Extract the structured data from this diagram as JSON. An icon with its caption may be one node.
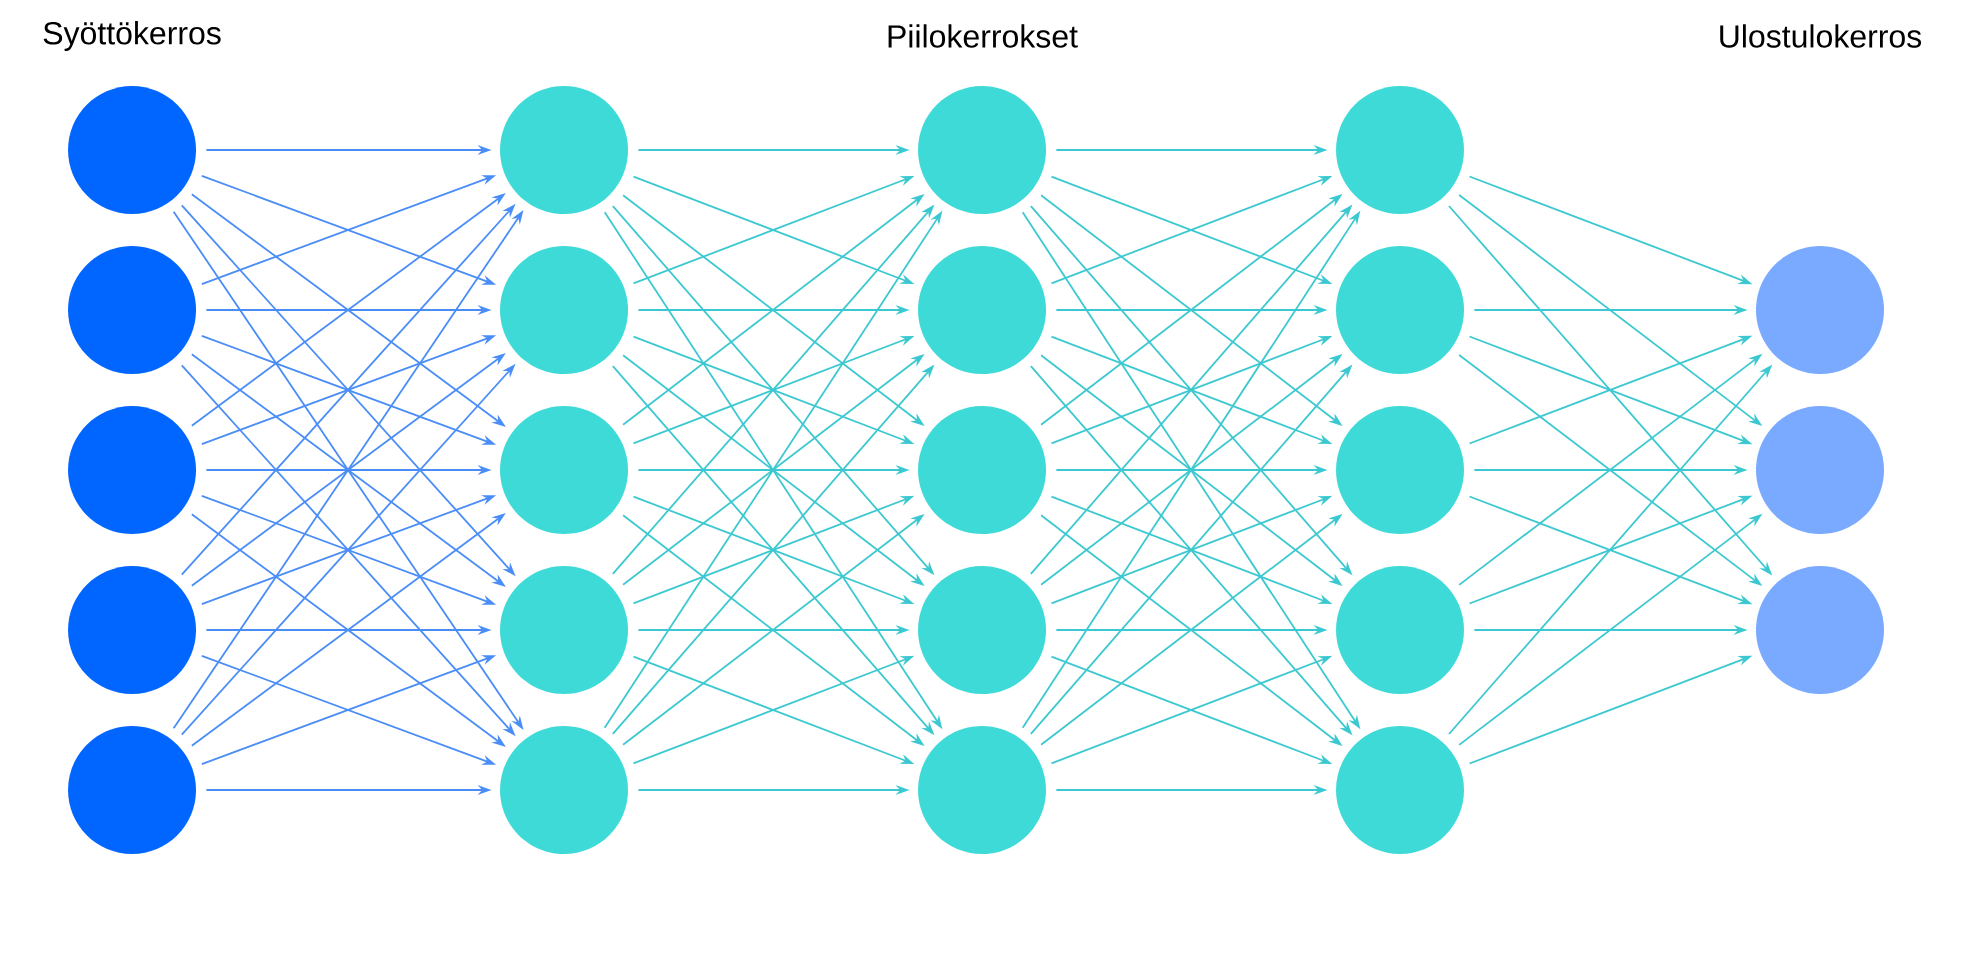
{
  "diagram": {
    "nodes": [
      {
        "text": [],
        "shape": "circle"
      },
      {
        "text": [],
        "shape": "circle"
      },
      {
        "text": [],
        "shape": "circle"
      },
      {
        "text": [],
        "shape": "circle"
      },
      {
        "text": [],
        "shape": "circle"
      },
      {
        "text": [],
        "shape": "circle"
      },
      {
        "text": [],
        "shape": "circle"
      },
      {
        "text": [],
        "shape": "circle"
      },
      {
        "text": [],
        "shape": "circle"
      },
      {
        "text": [],
        "shape": "circle"
      },
      {
        "text": [],
        "shape": "circle"
      },
      {
        "text": [],
        "shape": "circle"
      },
      {
        "text": [],
        "shape": "circle"
      },
      {
        "text": [],
        "shape": "circle"
      },
      {
        "text": [],
        "shape": "circle"
      },
      {
        "text": [],
        "shape": "circle"
      },
      {
        "text": [],
        "shape": "circle"
      },
      {
        "text": [],
        "shape": "circle"
      },
      {
        "text": [],
        "shape": "circle"
      },
      {
        "text": [],
        "shape": "circle"
      },
      {
        "text": [],
        "shape": "circle"
      },
      {
        "text": [],
        "shape": "circle"
      },
      {
        "text": [],
        "shape": "circle"
      }
    ],
    "edges": [
      {
        "from": 0,
        "to": 5,
        "arrow": "to",
        "color": "#4a8df6"
      },
      {
        "from": 0,
        "to": 6,
        "arrow": "to",
        "color": "#4a8df6"
      },
      {
        "from": 0,
        "to": 7,
        "arrow": "to",
        "color": "#4a8df6"
      },
      {
        "from": 0,
        "to": 8,
        "arrow": "to",
        "color": "#4a8df6"
      },
      {
        "from": 0,
        "to": 9,
        "arrow": "to",
        "color": "#4a8df6"
      },
      {
        "from": 1,
        "to": 5,
        "arrow": "to",
        "color": "#4a8df6"
      },
      {
        "from": 1,
        "to": 6,
        "arrow": "to",
        "color": "#4a8df6"
      },
      {
        "from": 1,
        "to": 7,
        "arrow": "to",
        "color": "#4a8df6"
      },
      {
        "from": 1,
        "to": 8,
        "arrow": "to",
        "color": "#4a8df6"
      },
      {
        "from": 1,
        "to": 9,
        "arrow": "to",
        "color": "#4a8df6"
      },
      {
        "from": 2,
        "to": 5,
        "arrow": "to",
        "color": "#4a8df6"
      },
      {
        "from": 2,
        "to": 6,
        "arrow": "to",
        "color": "#4a8df6"
      },
      {
        "from": 2,
        "to": 7,
        "arrow": "to",
        "color": "#4a8df6"
      },
      {
        "from": 2,
        "to": 8,
        "arrow": "to",
        "color": "#4a8df6"
      },
      {
        "from": 2,
        "to": 9,
        "arrow": "to",
        "color": "#4a8df6"
      },
      {
        "from": 3,
        "to": 5,
        "arrow": "to",
        "color": "#4a8df6"
      },
      {
        "from": 3,
        "to": 6,
        "arrow": "to",
        "color": "#4a8df6"
      },
      {
        "from": 3,
        "to": 7,
        "arrow": "to",
        "color": "#4a8df6"
      },
      {
        "from": 3,
        "to": 8,
        "arrow": "to",
        "color": "#4a8df6"
      },
      {
        "from": 3,
        "to": 9,
        "arrow": "to",
        "color": "#4a8df6"
      },
      {
        "from": 4,
        "to": 5,
        "arrow": "to",
        "color": "#4a8df6"
      },
      {
        "from": 4,
        "to": 6,
        "arrow": "to",
        "color": "#4a8df6"
      },
      {
        "from": 4,
        "to": 7,
        "arrow": "to",
        "color": "#4a8df6"
      },
      {
        "from": 4,
        "to": 8,
        "arrow": "to",
        "color": "#4a8df6"
      },
      {
        "from": 4,
        "to": 9,
        "arrow": "to",
        "color": "#4a8df6"
      },
      {
        "from": 5,
        "to": 10,
        "arrow": "to"
      },
      {
        "from": 5,
        "to": 11,
        "arrow": "to"
      },
      {
        "from": 5,
        "to": 12,
        "arrow": "to"
      },
      {
        "from": 5,
        "to": 13,
        "arrow": "to"
      },
      {
        "from": 5,
        "to": 14,
        "arrow": "to"
      },
      {
        "from": 6,
        "to": 10,
        "arrow": "to"
      },
      {
        "from": 6,
        "to": 11,
        "arrow": "to"
      },
      {
        "from": 6,
        "to": 12,
        "arrow": "to"
      },
      {
        "from": 6,
        "to": 13,
        "arrow": "to"
      },
      {
        "from": 6,
        "to": 14,
        "arrow": "to"
      },
      {
        "from": 7,
        "to": 10,
        "arrow": "to"
      },
      {
        "from": 7,
        "to": 11,
        "arrow": "to"
      },
      {
        "from": 7,
        "to": 12,
        "arrow": "to"
      },
      {
        "from": 7,
        "to": 13,
        "arrow": "to"
      },
      {
        "from": 7,
        "to": 14,
        "arrow": "to"
      },
      {
        "from": 8,
        "to": 10,
        "arrow": "to"
      },
      {
        "from": 8,
        "to": 11,
        "arrow": "to"
      },
      {
        "from": 8,
        "to": 12,
        "arrow": "to"
      },
      {
        "from": 8,
        "to": 13,
        "arrow": "to"
      },
      {
        "from": 8,
        "to": 14,
        "arrow": "to"
      },
      {
        "from": 9,
        "to": 10,
        "arrow": "to"
      },
      {
        "from": 9,
        "to": 11,
        "arrow": "to"
      },
      {
        "from": 9,
        "to": 12,
        "arrow": "to"
      },
      {
        "from": 9,
        "to": 13,
        "arrow": "to"
      },
      {
        "from": 9,
        "to": 14,
        "arrow": "to"
      },
      {
        "from": 10,
        "to": 15,
        "arrow": "to"
      },
      {
        "from": 10,
        "to": 16,
        "arrow": "to"
      },
      {
        "from": 10,
        "to": 17,
        "arrow": "to"
      },
      {
        "from": 10,
        "to": 18,
        "arrow": "to"
      },
      {
        "from": 10,
        "to": 19,
        "arrow": "to"
      },
      {
        "from": 11,
        "to": 15,
        "arrow": "to"
      },
      {
        "from": 11,
        "to": 16,
        "arrow": "to"
      },
      {
        "from": 11,
        "to": 17,
        "arrow": "to"
      },
      {
        "from": 11,
        "to": 18,
        "arrow": "to"
      },
      {
        "from": 11,
        "to": 19,
        "arrow": "to"
      },
      {
        "from": 12,
        "to": 15,
        "arrow": "to"
      },
      {
        "from": 12,
        "to": 16,
        "arrow": "to"
      },
      {
        "from": 12,
        "to": 17,
        "arrow": "to"
      },
      {
        "from": 12,
        "to": 18,
        "arrow": "to"
      },
      {
        "from": 12,
        "to": 19,
        "arrow": "to"
      },
      {
        "from": 13,
        "to": 15,
        "arrow": "to"
      },
      {
        "from": 13,
        "to": 16,
        "arrow": "to"
      },
      {
        "from": 13,
        "to": 17,
        "arrow": "to"
      },
      {
        "from": 13,
        "to": 18,
        "arrow": "to"
      },
      {
        "from": 13,
        "to": 19,
        "arrow": "to"
      },
      {
        "from": 14,
        "to": 15,
        "arrow": "to"
      },
      {
        "from": 14,
        "to": 16,
        "arrow": "to"
      },
      {
        "from": 14,
        "to": 17,
        "arrow": "to"
      },
      {
        "from": 14,
        "to": 18,
        "arrow": "to"
      },
      {
        "from": 14,
        "to": 19,
        "arrow": "to"
      },
      {
        "from": 15,
        "to": 20,
        "arrow": "to"
      },
      {
        "from": 15,
        "to": 21,
        "arrow": "to"
      },
      {
        "from": 15,
        "to": 22,
        "arrow": "to"
      },
      {
        "from": 16,
        "to": 20,
        "arrow": "to"
      },
      {
        "from": 16,
        "to": 21,
        "arrow": "to"
      },
      {
        "from": 16,
        "to": 22,
        "arrow": "to"
      },
      {
        "from": 17,
        "to": 20,
        "arrow": "to"
      },
      {
        "from": 17,
        "to": 21,
        "arrow": "to"
      },
      {
        "from": 17,
        "to": 22,
        "arrow": "to"
      },
      {
        "from": 18,
        "to": 20,
        "arrow": "to"
      },
      {
        "from": 18,
        "to": 21,
        "arrow": "to"
      },
      {
        "from": 18,
        "to": 22,
        "arrow": "to"
      },
      {
        "from": 19,
        "to": 20,
        "arrow": "to"
      },
      {
        "from": 19,
        "to": 21,
        "arrow": "to"
      },
      {
        "from": 19,
        "to": 22,
        "arrow": "to"
      }
    ],
    "labels": [
      "Syöttökerros",
      "Piilokerrokset",
      "Ulostulokerros"
    ]
  }
}
